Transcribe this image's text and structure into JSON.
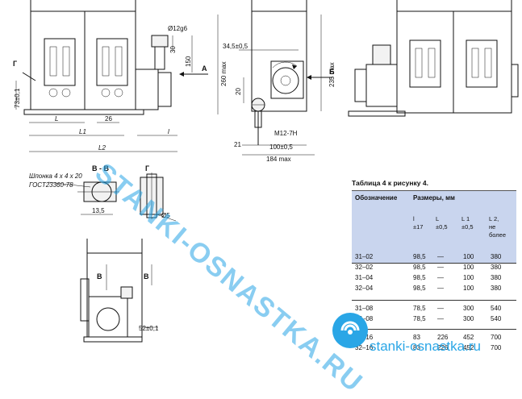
{
  "drawing": {
    "view_labels": {
      "arrow_a": "А",
      "arrow_b": "Б",
      "arrow_g": "Г",
      "arrow_v": "В",
      "section_vv": "В - В",
      "section_g": "Г"
    },
    "dimensions": {
      "shaft_dia": "Ø12g6",
      "d30": "30",
      "d150": "150",
      "d260": "260 max",
      "d235": "235 max",
      "d73": "73±0,1",
      "d26": "26",
      "l": "L",
      "l1": "L1",
      "l2": "L2",
      "l_small": "l",
      "d34": "34,5±0,5",
      "d20": "20",
      "d21": "21",
      "thread": "M12-7H",
      "d100": "100±0,5",
      "d184": "184 max",
      "d13": "13,5",
      "d5": "Ø5",
      "d52": "52±0,1"
    },
    "key_note": "Шпонка 4 х 4 х 20",
    "key_standard": "ГОСТ23360-78"
  },
  "table": {
    "title": "Таблица 4 к рисунку 4.",
    "col_designation": "Обозначение",
    "col_dims": "Размеры, мм",
    "sub_l": "l\n±17",
    "sub_L": "L\n±0,5",
    "sub_L1": "L 1\n±0,5",
    "sub_L2": "L 2,\nне\nболее",
    "rows": [
      [
        "31–02",
        "98,5",
        "—",
        "100",
        "380"
      ],
      [
        "32–02",
        "98,5",
        "—",
        "100",
        "380"
      ],
      [
        "31–04",
        "98,5",
        "—",
        "100",
        "380"
      ],
      [
        "32–04",
        "98,5",
        "—",
        "100",
        "380"
      ],
      [
        "31–08",
        "78,5",
        "—",
        "300",
        "540"
      ],
      [
        "32–08",
        "78,5",
        "—",
        "300",
        "540"
      ],
      [
        "31–16",
        "83",
        "226",
        "452",
        "700"
      ],
      [
        "32–16",
        "83",
        "226",
        "452",
        "700"
      ]
    ]
  },
  "watermark": {
    "diagonal": "STANKI-OSNASTKA.RU",
    "url": "stanki-osnastka.ru"
  }
}
